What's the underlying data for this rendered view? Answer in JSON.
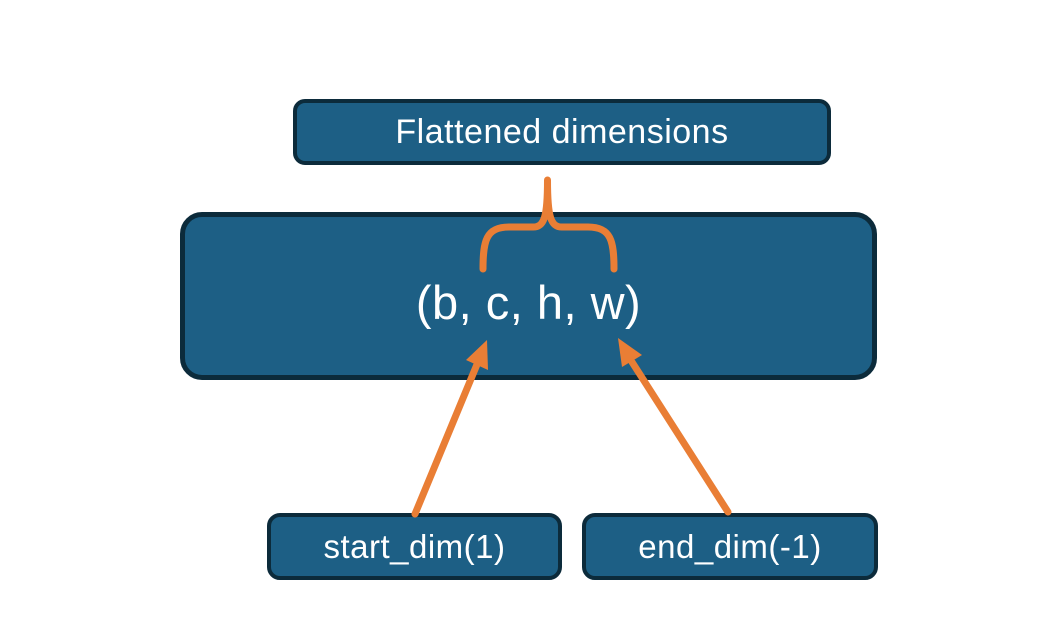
{
  "diagram": {
    "title_box": {
      "label": "Flattened dimensions"
    },
    "main_box": {
      "label": "(b, c, h, w)"
    },
    "start_box": {
      "label": "start_dim(1)"
    },
    "end_box": {
      "label": "end_dim(-1)"
    },
    "connectors": {
      "brace": "brace spanning c and h dimensions, linking Flattened dimensions label to tensor shape",
      "start_arrow": "arrow from start_dim(1) box to dimension c",
      "end_arrow": "arrow from end_dim(-1) box to dimension w"
    },
    "colors": {
      "box_fill": "#1d5f85",
      "box_border": "#0c2b3b",
      "accent_orange": "#e97e35",
      "text_color": "#ffffff",
      "background": "#ffffff"
    }
  }
}
